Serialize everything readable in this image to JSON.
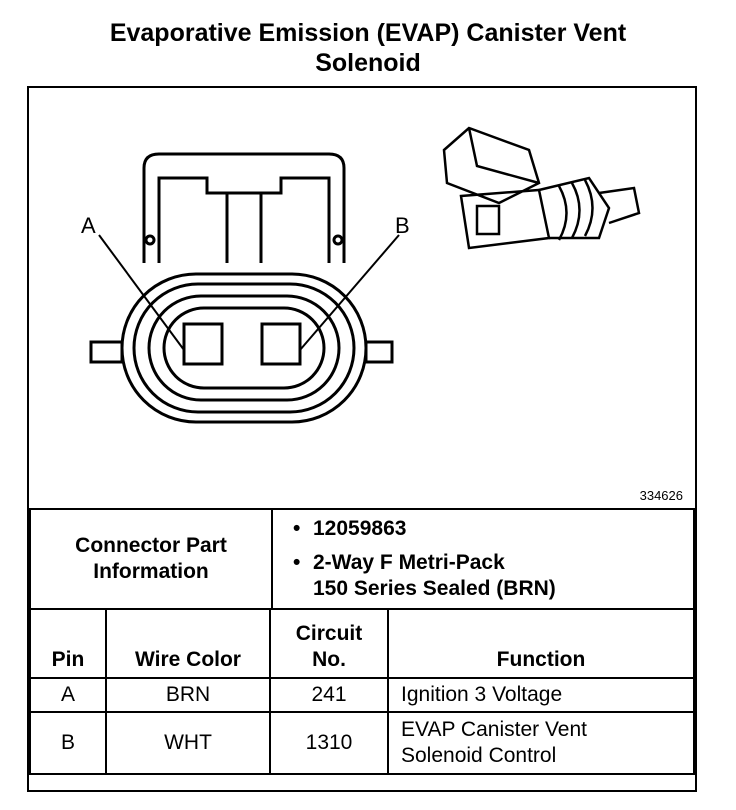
{
  "title": {
    "line1": "Evaporative Emission (EVAP) Canister Vent",
    "line2": "Solenoid"
  },
  "figure": {
    "pin_label_a": "A",
    "pin_label_b": "B",
    "figure_number": "334626"
  },
  "connector_info": {
    "label_line1": "Connector Part",
    "label_line2": "Information",
    "bullet": "•",
    "part_number": "12059863",
    "description_line1": "2-Way F Metri-Pack",
    "description_line2": "150 Series Sealed (BRN)"
  },
  "pin_table": {
    "headers": {
      "pin": "Pin",
      "wire_color": "Wire Color",
      "circuit_line1": "Circuit",
      "circuit_line2": "No.",
      "function": "Function"
    },
    "rows": [
      {
        "pin": "A",
        "wire_color": "BRN",
        "circuit": "241",
        "function_line1": "Ignition 3 Voltage",
        "function_line2": ""
      },
      {
        "pin": "B",
        "wire_color": "WHT",
        "circuit": "1310",
        "function_line1": "EVAP Canister Vent",
        "function_line2": "Solenoid Control"
      }
    ]
  }
}
